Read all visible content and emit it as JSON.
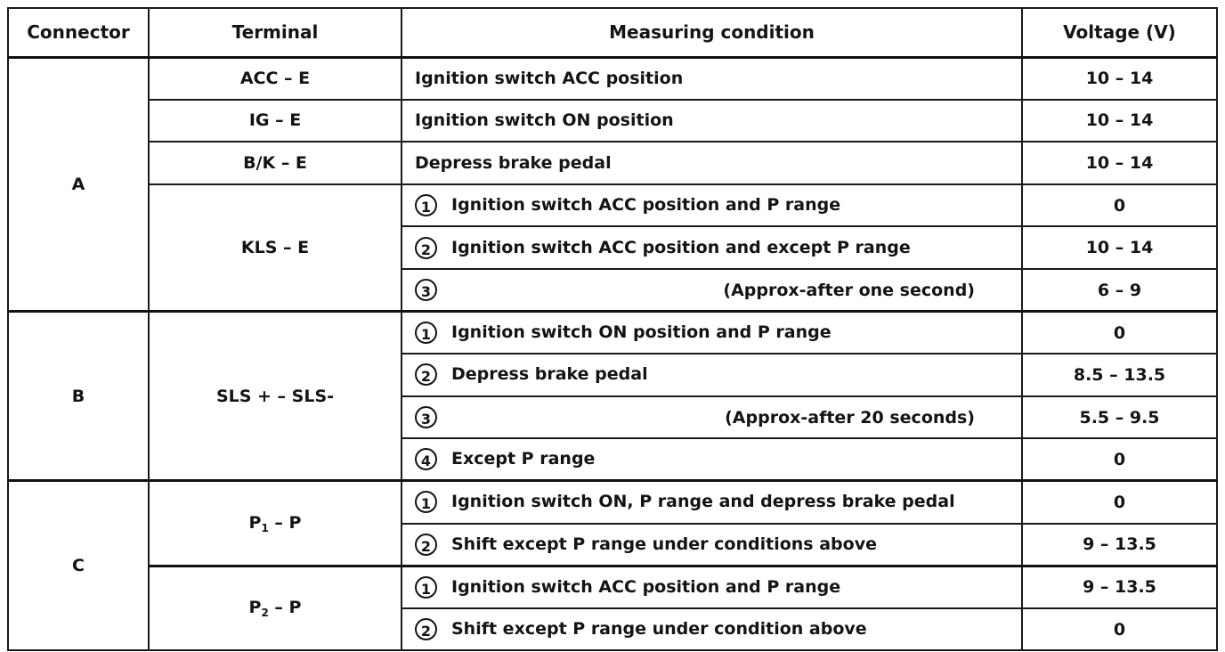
{
  "header": {
    "connector": "Connector",
    "terminal": "Terminal",
    "condition": "Measuring condition",
    "voltage": "Voltage (V)"
  },
  "rows": [
    {
      "connector": "A",
      "terminal": "ACC – E",
      "num": "",
      "condition": "Ignition switch ACC position",
      "voltage": "10 – 14"
    },
    {
      "terminal": "IG – E",
      "num": "",
      "condition": "Ignition switch ON position",
      "voltage": "10 – 14"
    },
    {
      "terminal": "B/K – E",
      "num": "",
      "condition": "Depress brake pedal",
      "voltage": "10 – 14"
    },
    {
      "terminal": "KLS – E",
      "num": "①",
      "condition": "Ignition switch ACC position and P range",
      "voltage": "0"
    },
    {
      "num": "②",
      "condition": "Ignition switch ACC position and except P range",
      "voltage": "10 – 14"
    },
    {
      "num": "③",
      "condition": "(Approx-after one second)",
      "voltage": "6 – 9"
    },
    {
      "connector": "B",
      "terminal": "SLS + – SLS-",
      "num": "①",
      "condition": "Ignition switch ON position and P range",
      "voltage": "0"
    },
    {
      "num": "②",
      "condition": "Depress brake pedal",
      "voltage": "8.5 – 13.5"
    },
    {
      "num": "③",
      "condition": "(Approx-after 20 seconds)",
      "voltage": "5.5 – 9.5"
    },
    {
      "num": "④",
      "condition": "Except P range",
      "voltage": "0"
    },
    {
      "connector": "C",
      "terminal_base": "P",
      "terminal_sub": "1",
      "terminal_tail": " – P",
      "num": "①",
      "condition": "Ignition switch ON, P range and depress brake pedal",
      "voltage": "0"
    },
    {
      "num": "②",
      "condition": "Shift except P range under conditions above",
      "voltage": "9 – 13.5"
    },
    {
      "terminal_base": "P",
      "terminal_sub": "2",
      "terminal_tail": " – P",
      "num": "①",
      "condition": "Ignition switch ACC position and P range",
      "voltage": "9 – 13.5"
    },
    {
      "num": "②",
      "condition": "Shift except P range under condition above",
      "voltage": "0"
    }
  ]
}
